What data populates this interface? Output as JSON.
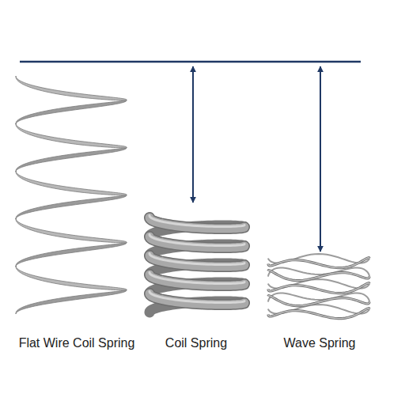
{
  "diagram": {
    "labels": [
      "Flat Wire Coil Spring",
      "Coil Spring",
      "Wave Spring"
    ]
  }
}
